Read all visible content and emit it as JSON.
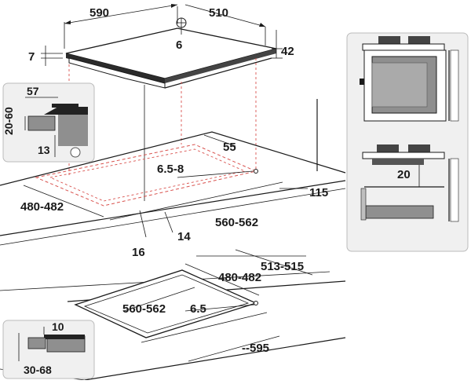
{
  "top_hob": {
    "width": "590",
    "depth": "510",
    "center": "6",
    "edge": "7",
    "height": "42"
  },
  "cutout_top": {
    "depth_range": "480-482",
    "width_range": "560-562",
    "side": "55",
    "inner": "6.5-8",
    "rear": "115",
    "front_a": "16",
    "front_b": "14"
  },
  "detail_top": {
    "width": "57",
    "thickness": "20-60",
    "gap": "13"
  },
  "cutout_bottom": {
    "outer": "513-515",
    "depth_range": "480-482",
    "width_range": "560-562",
    "inner": "6.5",
    "total": "--595"
  },
  "detail_bottom": {
    "width": "10",
    "thickness": "30-68"
  },
  "install_side": {
    "clearance": "20"
  },
  "colors": {
    "line": "#1a1a1a",
    "dashed": "#d9534f",
    "panel_bg": "#f0f0f0",
    "panel_border": "#bbbbbb",
    "grey": "#8f8f8f"
  }
}
